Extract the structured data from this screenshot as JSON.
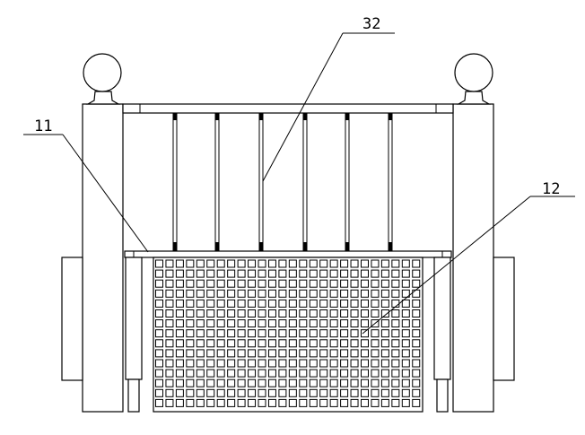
{
  "labels": {
    "part_32": "32",
    "part_11": "11",
    "part_12": "12"
  },
  "grid": {
    "columns": 26,
    "rows": 15
  },
  "colors": {
    "line": "#000000",
    "background": "#ffffff"
  }
}
